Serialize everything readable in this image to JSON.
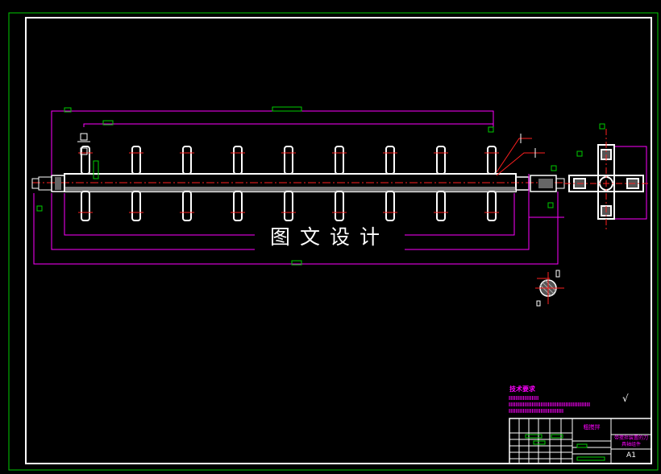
{
  "drawing": {
    "watermark": "图文设计",
    "tech_requirements_title": "技术要求",
    "surface_symbol": "√",
    "title_block": {
      "part_name": "粗搅拌",
      "drawing_title": "带搅拌装置的刀具轴组件",
      "sheet_size": "A1"
    },
    "colors": {
      "background": "#000000",
      "line": "#ffffff",
      "dimension": "#ff00ff",
      "centerline": "#ff2020",
      "text_box": "#00cc00",
      "border": "#00cc00"
    }
  }
}
